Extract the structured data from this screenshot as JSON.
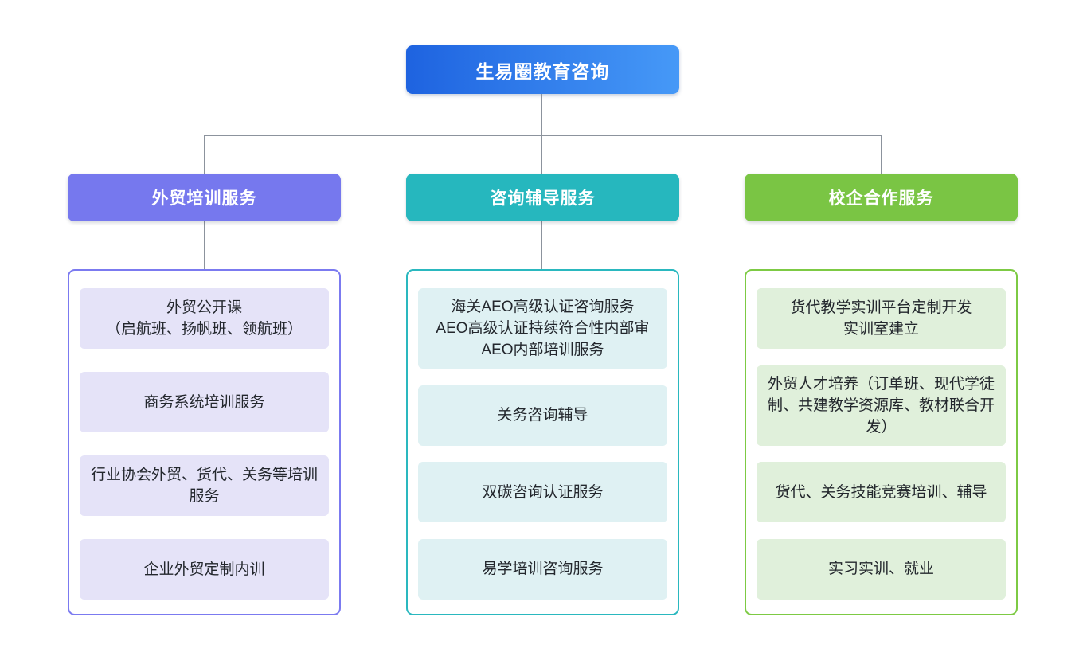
{
  "colors": {
    "root_gradient_start": "#1E63E0",
    "root_gradient_end": "#4699F7",
    "connector": "#8C939D",
    "branch_purple": "#7678EE",
    "branch_purple_item_bg": "#E5E3F8",
    "branch_teal": "#26B7BE",
    "branch_teal_item_bg": "#DFF1F3",
    "branch_green": "#7AC544",
    "branch_green_item_bg": "#E0F0DB",
    "item_text": "#23272D"
  },
  "chart_data": {
    "type": "table",
    "title": "生易圈教育咨询",
    "categories": [
      "外贸培训服务",
      "咨询辅导服务",
      "校企合作服务"
    ],
    "series": [
      {
        "name": "外贸培训服务",
        "values": [
          "外贸公开课（启航班、扬帆班、领航班）",
          "商务系统培训服务",
          "行业协会外贸、货代、关务等培训服务",
          "企业外贸定制内训"
        ]
      },
      {
        "name": "咨询辅导服务",
        "values": [
          "海关AEO高级认证咨询服务 AEO高级认证持续符合性内部审 AEO内部培训服务",
          "关务咨询辅导",
          "双碳咨询认证服务",
          "易学培训咨询服务"
        ]
      },
      {
        "name": "校企合作服务",
        "values": [
          "货代教学实训平台定制开发 实训室建立",
          "外贸人才培养（订单班、现代学徒制、共建教学资源库、教材联合开发）",
          "货代、关务技能竞赛培训、辅导",
          "实习实训、就业"
        ]
      }
    ]
  },
  "tree": {
    "root": {
      "label": "生易圈教育咨询"
    },
    "branches": [
      {
        "label": "外贸培训服务",
        "color": "#7678EE",
        "items": [
          "外贸公开课\n（启航班、扬帆班、领航班）",
          "商务系统培训服务",
          "行业协会外贸、货代、关务等培训服务",
          "企业外贸定制内训"
        ]
      },
      {
        "label": "咨询辅导服务",
        "color": "#26B7BE",
        "items": [
          "海关AEO高级认证咨询服务\nAEO高级认证持续符合性内部审\nAEO内部培训服务",
          "关务咨询辅导",
          "双碳咨询认证服务",
          "易学培训咨询服务"
        ]
      },
      {
        "label": "校企合作服务",
        "color": "#7AC544",
        "items": [
          "货代教学实训平台定制开发\n实训室建立",
          "外贸人才培养（订单班、现代学徒制、共建教学资源库、教材联合开发）",
          "货代、关务技能竞赛培训、辅导",
          "实习实训、就业"
        ]
      }
    ]
  }
}
